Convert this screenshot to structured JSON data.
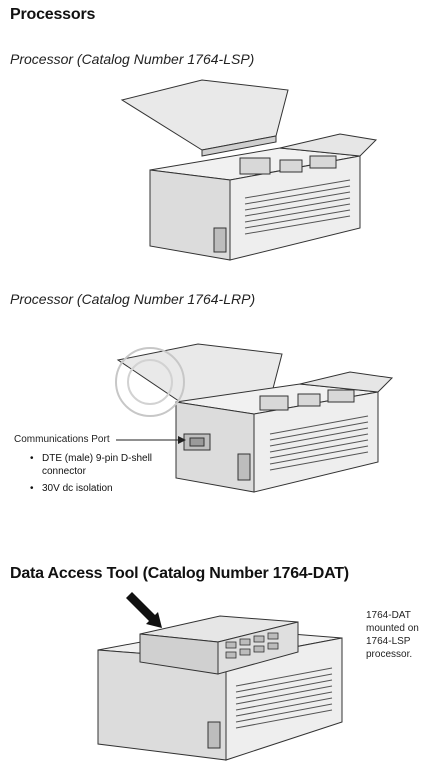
{
  "sections": {
    "processors": {
      "title": "Processors"
    },
    "lsp": {
      "caption": "Processor (Catalog Number 1764-LSP)"
    },
    "lrp": {
      "caption": "Processor (Catalog Number 1764-LRP)",
      "comm_port_label": "Communications Port",
      "bullets": [
        "DTE (male) 9-pin D-shell connector",
        "30V dc isolation"
      ]
    },
    "dat": {
      "title": "Data Access Tool (Catalog Number 1764-DAT)",
      "note_lines": [
        "1764-DAT",
        "mounted on",
        "1764-LSP",
        "processor."
      ]
    }
  }
}
